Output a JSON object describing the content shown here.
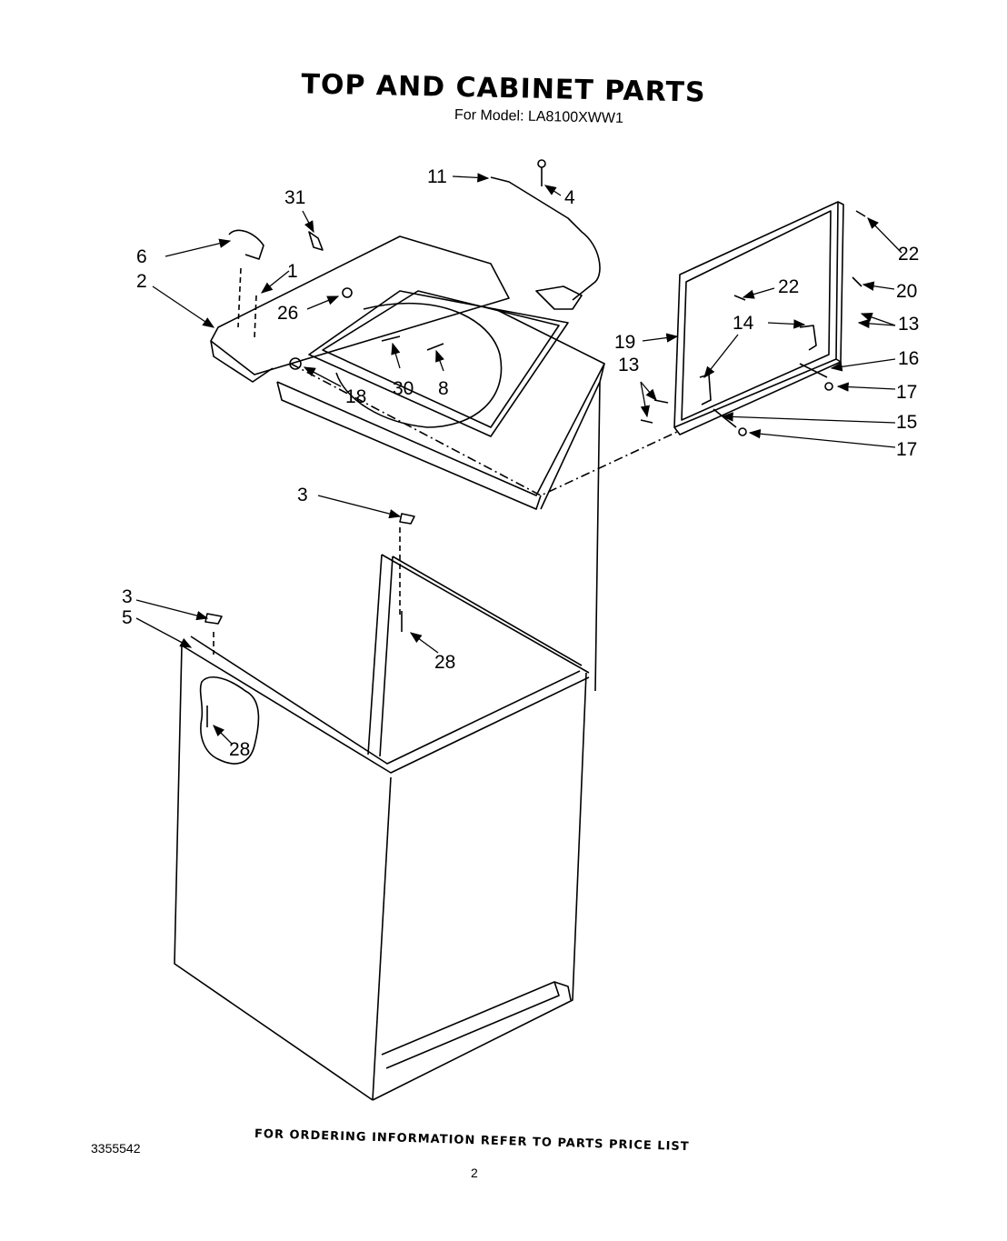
{
  "header": {
    "title": "TOP AND CABINET PARTS",
    "subtitle": "For Model: LA8100XWW1"
  },
  "footer": {
    "ordering_note": "FOR ORDERING INFORMATION REFER TO PARTS PRICE LIST",
    "document_number": "3355542",
    "page_number": "2"
  },
  "callouts": [
    "1",
    "2",
    "3",
    "3",
    "4",
    "5",
    "6",
    "8",
    "11",
    "13",
    "13",
    "14",
    "15",
    "16",
    "17",
    "17",
    "18",
    "19",
    "20",
    "22",
    "22",
    "26",
    "28",
    "28",
    "30",
    "31"
  ]
}
